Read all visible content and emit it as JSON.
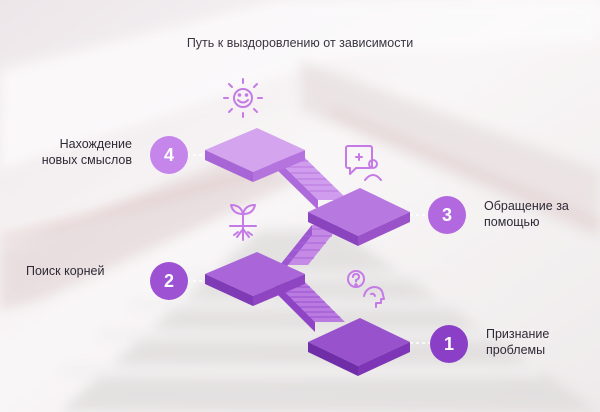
{
  "title": "Путь к выздоровлению от зависимости",
  "steps": [
    {
      "number": "1",
      "label_line1": "Признание",
      "label_line2": "проблемы",
      "icon": "question-head-icon",
      "color": "#8a3fc6"
    },
    {
      "number": "2",
      "label_line1": "Поиск корней",
      "label_line2": "",
      "icon": "sprout-roots-icon",
      "color": "#9d52d4"
    },
    {
      "number": "3",
      "label_line1": "Обращение за",
      "label_line2": "помощью",
      "icon": "medical-help-icon",
      "color": "#b268df"
    },
    {
      "number": "4",
      "label_line1": "Нахождение",
      "label_line2": "новых смыслов",
      "icon": "smiling-sun-icon",
      "color": "#c585ea"
    }
  ],
  "colors": {
    "accent_dark": "#8a3fc6",
    "accent_light": "#c585ea",
    "icon": "#c57ae6"
  }
}
